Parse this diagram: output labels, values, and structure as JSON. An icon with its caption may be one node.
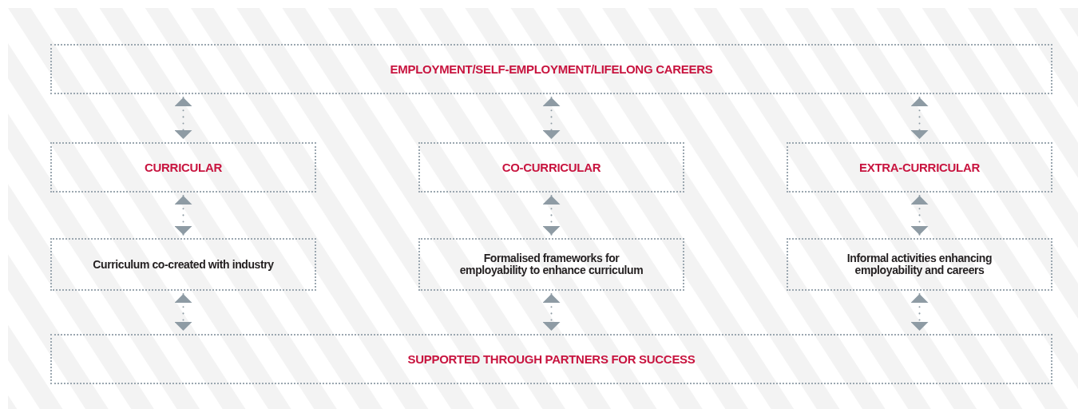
{
  "diagram": {
    "nodes": [
      {
        "text": [
          "EMPLOYMENT/SELF-EMPLOYMENT/LIFELONG CAREERS"
        ]
      },
      {
        "text": [
          "CURRICULAR"
        ]
      },
      {
        "text": [
          "CO-CURRICULAR"
        ]
      },
      {
        "text": [
          "EXTRA-CURRICULAR"
        ]
      },
      {
        "text": [
          "Curriculum co-created with industry"
        ]
      },
      {
        "text": [
          "Formalised frameworks for employability to enhance curriculum"
        ]
      },
      {
        "text": [
          "Informal activities enhancing employability and careers"
        ]
      },
      {
        "text": [
          "SUPPORTED THROUGH PARTNERS FOR SUCCESS"
        ]
      }
    ],
    "edges": [
      {
        "from": 0,
        "to": 1,
        "arrow": "both"
      },
      {
        "from": 0,
        "to": 2,
        "arrow": "both"
      },
      {
        "from": 0,
        "to": 3,
        "arrow": "both"
      },
      {
        "from": 1,
        "to": 4,
        "arrow": "both"
      },
      {
        "from": 2,
        "to": 5,
        "arrow": "both"
      },
      {
        "from": 3,
        "to": 6,
        "arrow": "both"
      },
      {
        "from": 4,
        "to": 7,
        "arrow": "both"
      },
      {
        "from": 5,
        "to": 7,
        "arrow": "both"
      },
      {
        "from": 6,
        "to": 7,
        "arrow": "both"
      }
    ]
  }
}
